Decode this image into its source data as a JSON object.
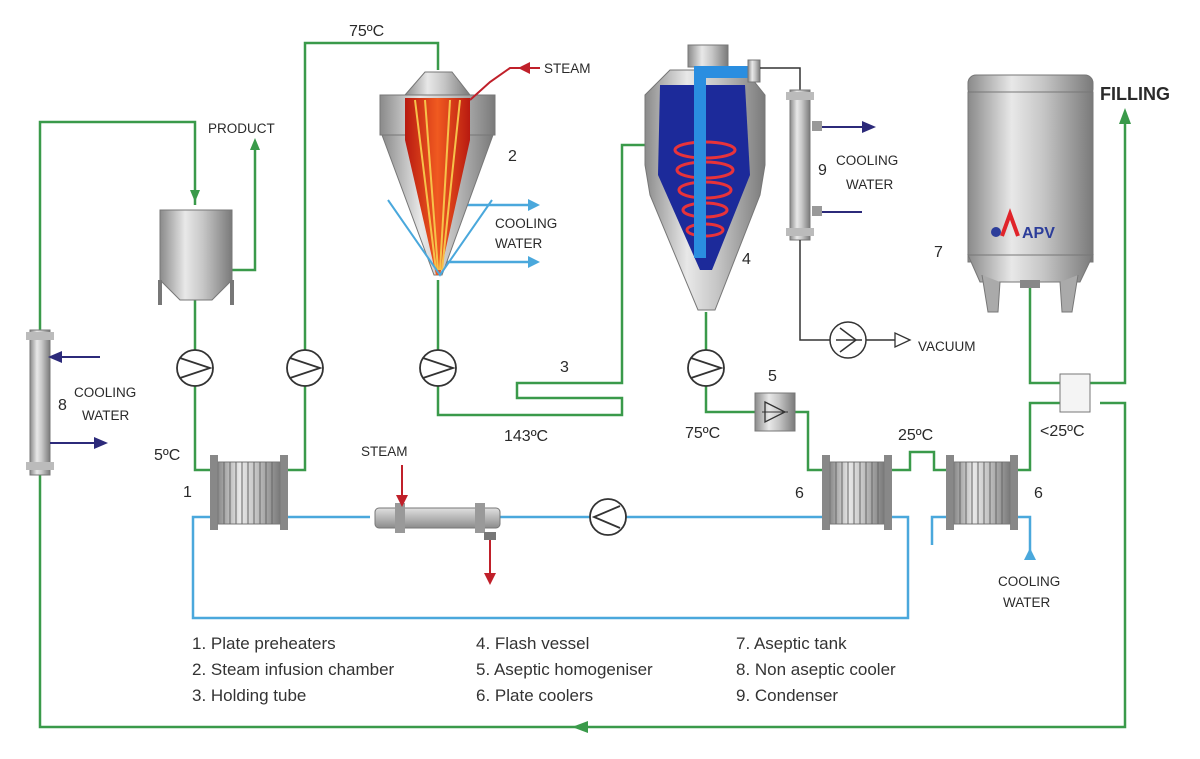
{
  "labels": {
    "product": "PRODUCT",
    "steam_top": "STEAM",
    "steam_infuser": "STEAM",
    "cooling_water_chamber": [
      "COOLING",
      "WATER"
    ],
    "cooling_water_condenser": [
      "COOLING",
      "WATER"
    ],
    "cooling_water_left": [
      "COOLING",
      "WATER"
    ],
    "cooling_water_bottom": [
      "COOLING",
      "WATER"
    ],
    "vacuum": "VACUUM",
    "filling": "FILLING",
    "brand": "APV"
  },
  "temperatures": {
    "top": "75ºC",
    "holding": "143ºC",
    "after_flash": "75ºC",
    "between_coolers": "25ºC",
    "outlet": "<25ºC",
    "feed": "5ºC"
  },
  "numbers": {
    "n1": "1",
    "n2": "2",
    "n3": "3",
    "n4": "4",
    "n5": "5",
    "n6a": "6",
    "n6b": "6",
    "n7": "7",
    "n8": "8",
    "n9": "9"
  },
  "legend": {
    "col1": [
      "1. Plate preheaters",
      "2. Steam infusion chamber",
      "3. Holding tube"
    ],
    "col2": [
      "4. Flash vessel",
      "5. Aseptic homogeniser",
      "6. Plate coolers"
    ],
    "col3": [
      "7. Aseptic tank",
      "8. Non aseptic cooler",
      "9. Condenser"
    ]
  },
  "colors": {
    "product_line": "#3a9a4a",
    "water_line": "#4aa8dc",
    "steam": "#c0202a",
    "cooling_arrow": "#2c2a7a"
  }
}
